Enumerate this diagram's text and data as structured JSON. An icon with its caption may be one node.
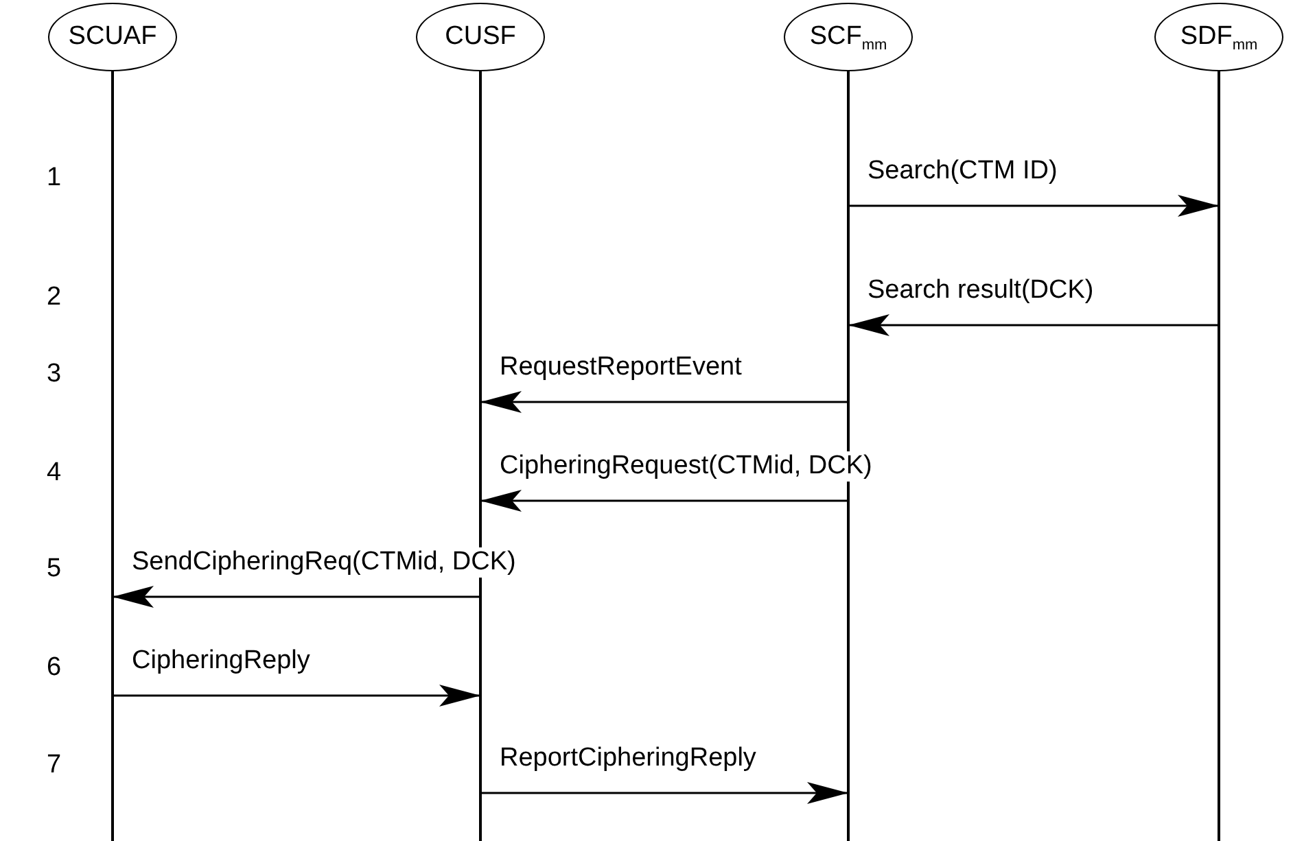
{
  "diagram": {
    "nodes": [
      {
        "text": [
          "SCUAF"
        ]
      },
      {
        "text": [
          "CUSF"
        ]
      },
      {
        "text": [
          "SCF$_{mm}$"
        ]
      },
      {
        "text": [
          "SDF$_{mm}$"
        ]
      }
    ],
    "edges": [
      {
        "from": 2,
        "to": 3,
        "arrow": "to",
        "label": "Search(CTM ID)"
      },
      {
        "from": 3,
        "to": 2,
        "arrow": "to",
        "label": "Search result(DCK)"
      },
      {
        "from": 2,
        "to": 1,
        "arrow": "to",
        "label": "RequestReportEvent"
      },
      {
        "from": 2,
        "to": 1,
        "arrow": "to",
        "label": "CipheringRequest(CTMid, DCK)"
      },
      {
        "from": 1,
        "to": 0,
        "arrow": "to",
        "label": "SendCipheringReq(CTMid, DCK)"
      },
      {
        "from": 0,
        "to": 1,
        "arrow": "to",
        "label": "CipheringReply"
      },
      {
        "from": 1,
        "to": 2,
        "arrow": "to",
        "label": "ReportCipheringReply"
      }
    ],
    "labels": [
      "1",
      "2",
      "3",
      "4",
      "5",
      "6",
      "7"
    ]
  }
}
